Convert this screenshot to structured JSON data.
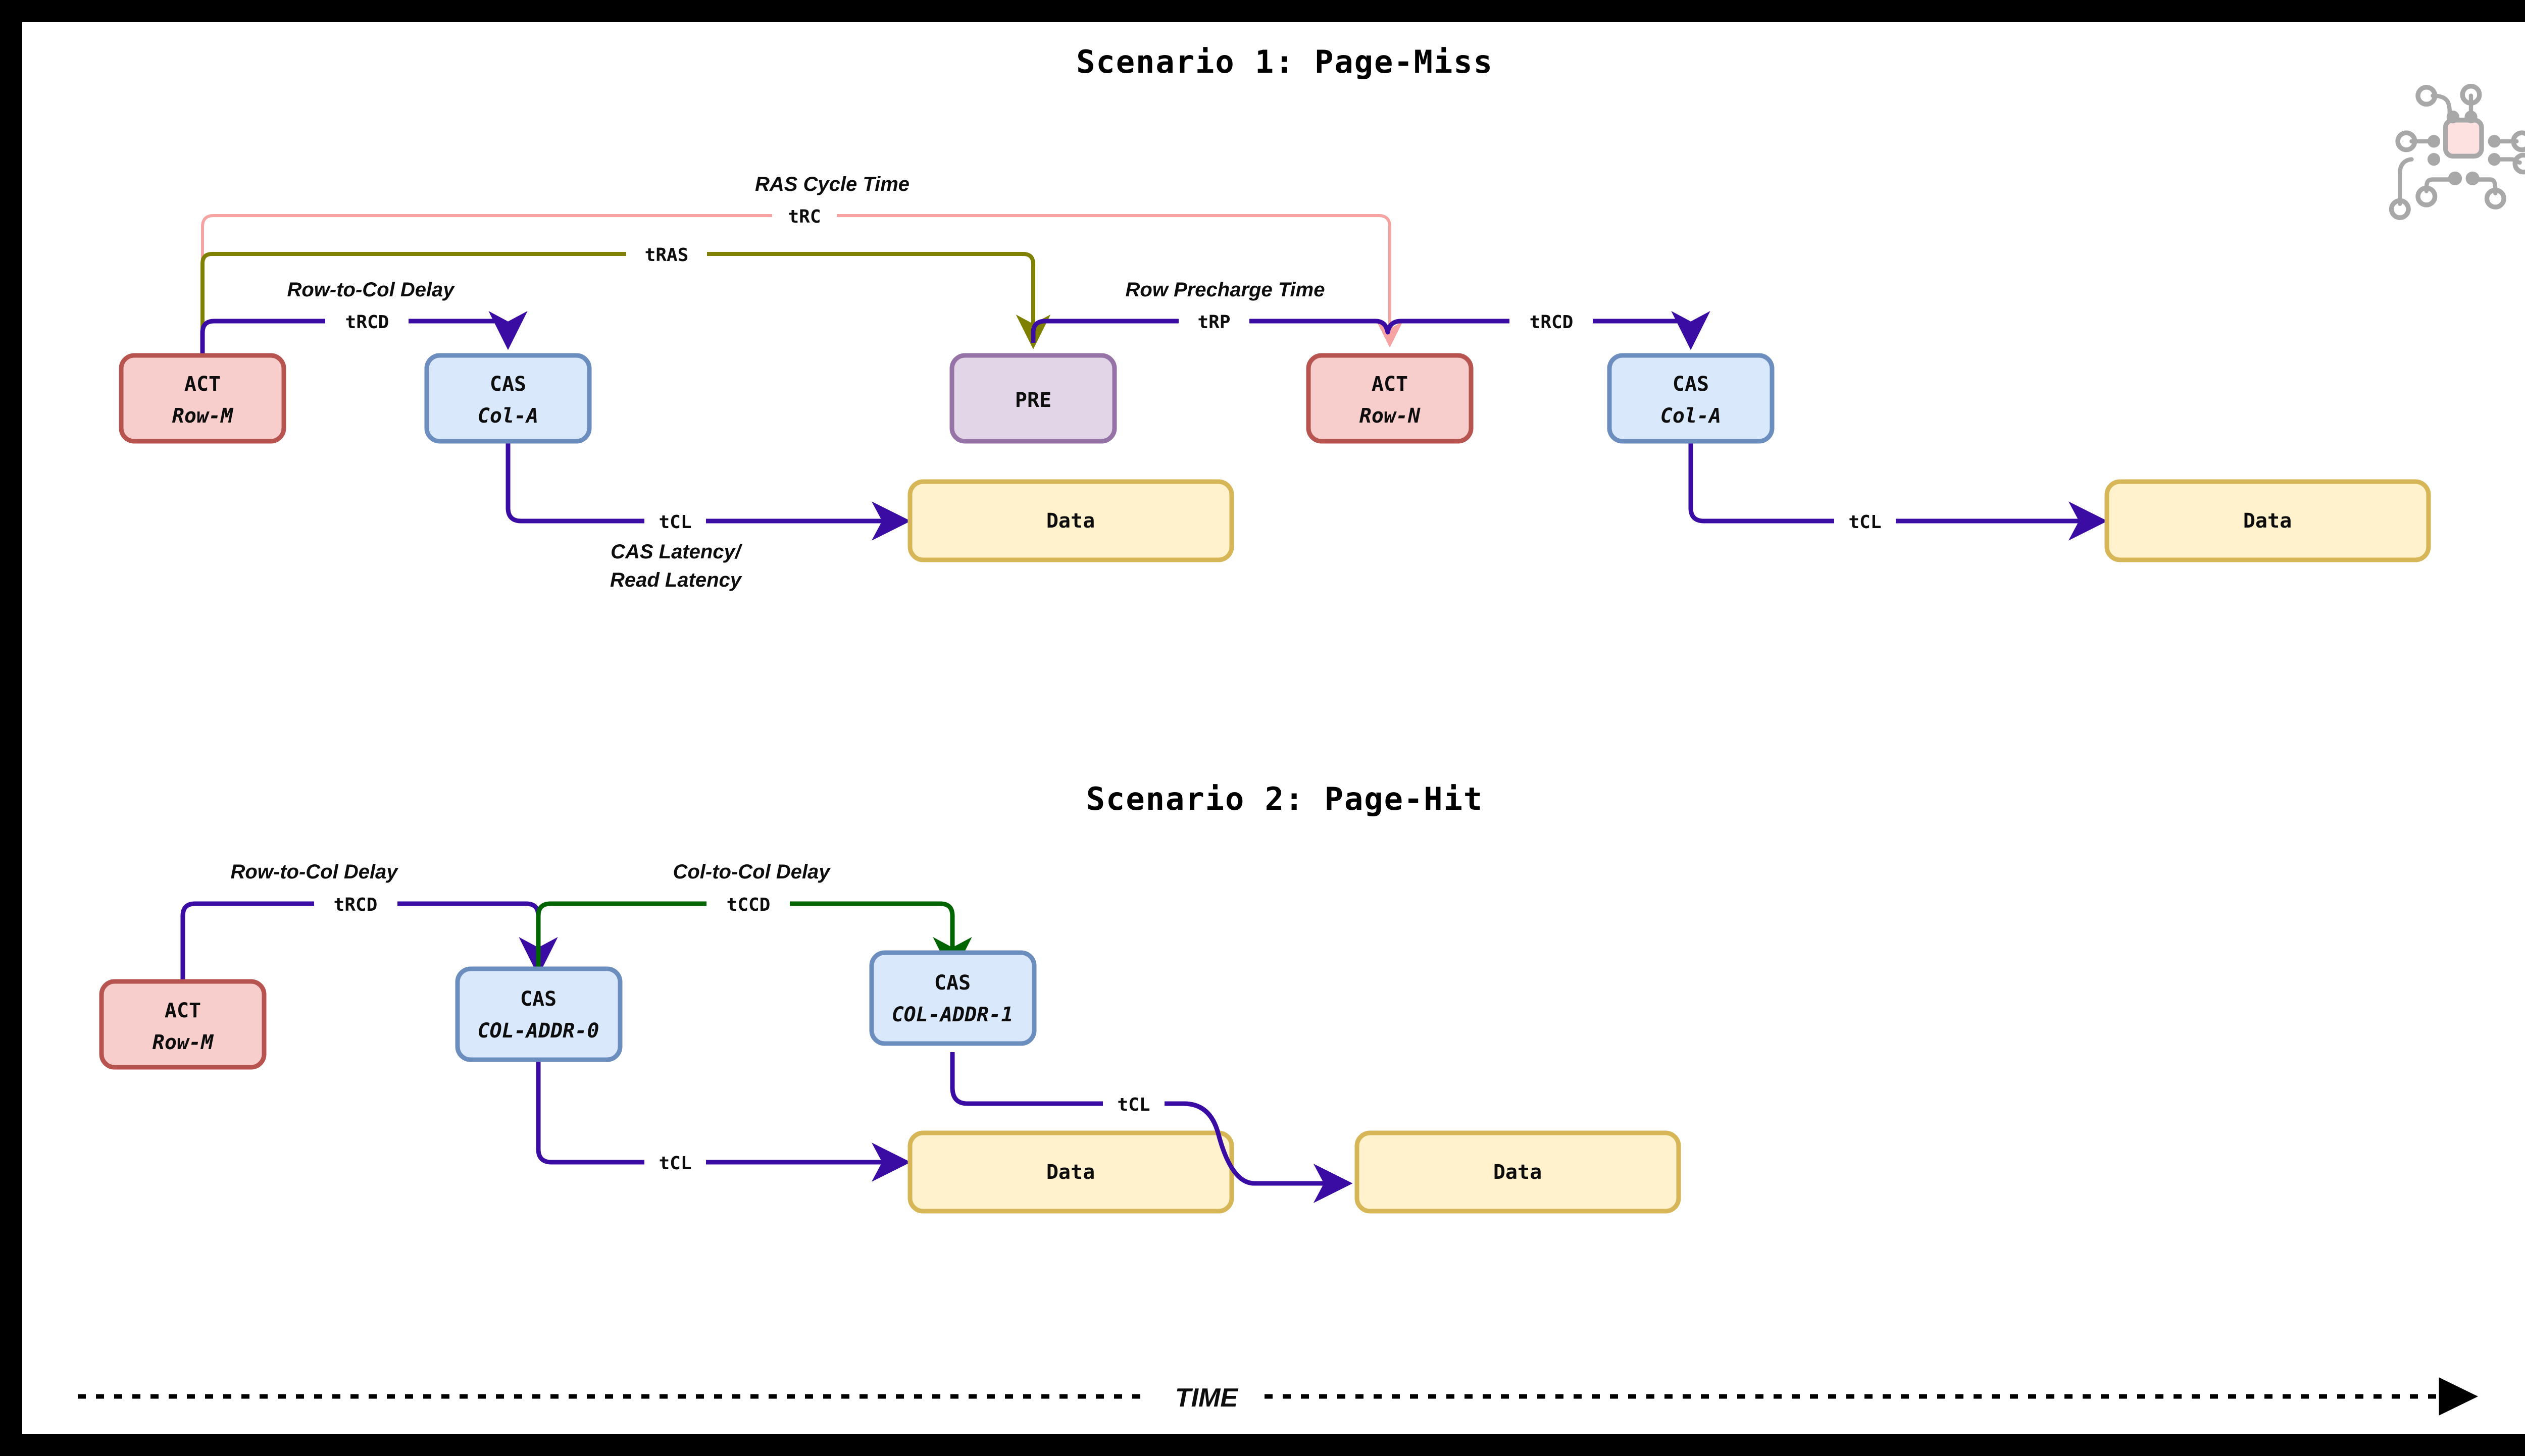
{
  "frame": {
    "border_color": "#000000",
    "background": "#ffffff"
  },
  "chip_icon": {
    "name": "chip-circuit-icon",
    "body_color": "#fde0e0",
    "trace_color": "#a8a8a8"
  },
  "palette": {
    "act_fill": "#f8cecc",
    "act_stroke": "#b85450",
    "cas_fill": "#dae8fc",
    "cas_stroke": "#6c8ebf",
    "pre_fill": "#e1d5e7",
    "pre_stroke": "#9673a6",
    "data_fill": "#fff2cc",
    "data_stroke": "#d6b656",
    "edge_blue": "#3a0ca3",
    "edge_pink": "#f5a3a3",
    "edge_olive": "#808000",
    "edge_green": "#006400",
    "time_axis": "#000000"
  },
  "scenarios": [
    {
      "id": "scenario-1",
      "title": "Scenario 1: Page-Miss",
      "nodes": [
        {
          "id": "s1-act-m",
          "kind": "act",
          "line1": "ACT",
          "line2": "Row-M"
        },
        {
          "id": "s1-cas-a1",
          "kind": "cas",
          "line1": "CAS",
          "line2": "Col-A"
        },
        {
          "id": "s1-pre",
          "kind": "pre",
          "line1": "PRE",
          "line2": ""
        },
        {
          "id": "s1-act-n",
          "kind": "act",
          "line1": "ACT",
          "line2": "Row-N"
        },
        {
          "id": "s1-cas-a2",
          "kind": "cas",
          "line1": "CAS",
          "line2": "Col-A"
        },
        {
          "id": "s1-data-1",
          "kind": "data",
          "line1": "Data",
          "line2": ""
        },
        {
          "id": "s1-data-2",
          "kind": "data",
          "line1": "Data",
          "line2": ""
        }
      ],
      "edges": [
        {
          "id": "s1-trc",
          "code": "tRC",
          "desc": "RAS Cycle Time",
          "color": "edge_pink"
        },
        {
          "id": "s1-tras",
          "code": "tRAS",
          "desc": "",
          "color": "edge_olive"
        },
        {
          "id": "s1-trcd1",
          "code": "tRCD",
          "desc": "Row-to-Col Delay",
          "color": "edge_blue"
        },
        {
          "id": "s1-trp",
          "code": "tRP",
          "desc": "Row Precharge Time",
          "color": "edge_blue"
        },
        {
          "id": "s1-trcd2",
          "code": "tRCD",
          "desc": "",
          "color": "edge_blue"
        },
        {
          "id": "s1-tcl1",
          "code": "tCL",
          "desc": "CAS Latency/\nRead Latency",
          "color": "edge_blue"
        },
        {
          "id": "s1-tcl2",
          "code": "tCL",
          "desc": "",
          "color": "edge_blue"
        }
      ],
      "edge_desc_lines": {
        "cas_latency_l1": "CAS Latency/",
        "cas_latency_l2": "Read Latency"
      }
    },
    {
      "id": "scenario-2",
      "title": "Scenario 2: Page-Hit",
      "nodes": [
        {
          "id": "s2-act-m",
          "kind": "act",
          "line1": "ACT",
          "line2": "Row-M"
        },
        {
          "id": "s2-cas-c0",
          "kind": "cas",
          "line1": "CAS",
          "line2": "COL-ADDR-0"
        },
        {
          "id": "s2-cas-c1",
          "kind": "cas",
          "line1": "CAS",
          "line2": "COL-ADDR-1"
        },
        {
          "id": "s2-data-1",
          "kind": "data",
          "line1": "Data",
          "line2": ""
        },
        {
          "id": "s2-data-2",
          "kind": "data",
          "line1": "Data",
          "line2": ""
        }
      ],
      "edges": [
        {
          "id": "s2-trcd",
          "code": "tRCD",
          "desc": "Row-to-Col Delay",
          "color": "edge_blue"
        },
        {
          "id": "s2-tccd",
          "code": "tCCD",
          "desc": "Col-to-Col Delay",
          "color": "edge_green"
        },
        {
          "id": "s2-tcl1",
          "code": "tCL",
          "desc": "",
          "color": "edge_blue"
        },
        {
          "id": "s2-tcl2",
          "code": "tCL",
          "desc": "",
          "color": "edge_blue"
        }
      ]
    }
  ],
  "time_axis": {
    "label": "TIME",
    "style": "dotted-arrow-right"
  }
}
